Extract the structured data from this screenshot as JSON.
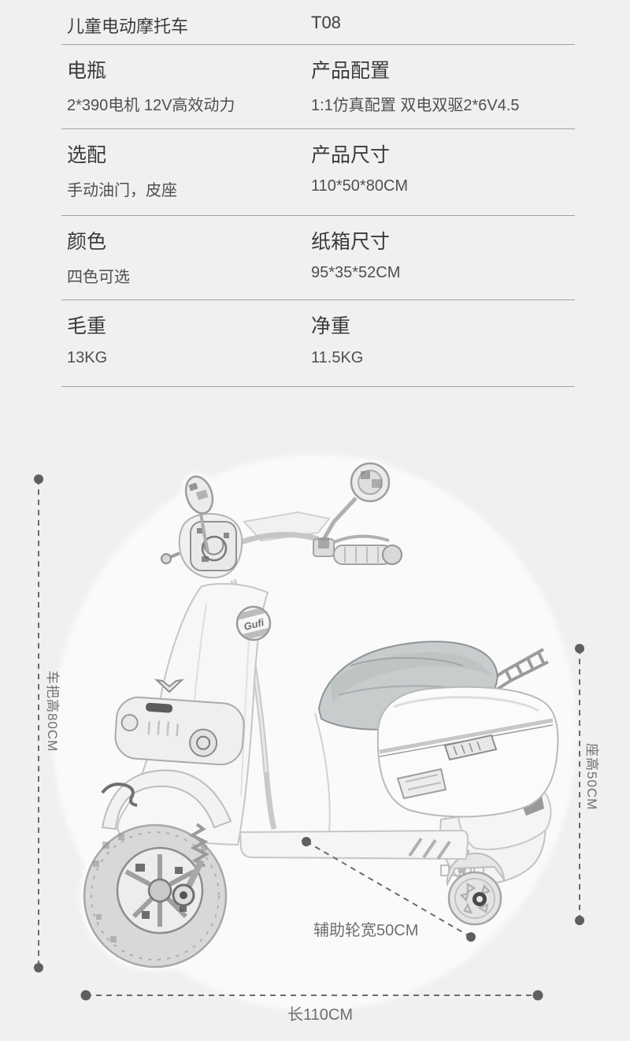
{
  "page": {
    "background": "#f0f0f1",
    "divider_color": "#a2a2a2"
  },
  "header": {
    "product_name": "儿童电动摩托车",
    "model": "T08"
  },
  "specs": [
    {
      "left": {
        "label": "电瓶",
        "value": "2*390电机 12V高效动力"
      },
      "right": {
        "label": "产品配置",
        "value": "1:1仿真配置 双电双驱2*6V4.5"
      }
    },
    {
      "left": {
        "label": "选配",
        "value": "手动油门，皮座"
      },
      "right": {
        "label": "产品尺寸",
        "value": "110*50*80CM"
      }
    },
    {
      "left": {
        "label": "颜色",
        "value": "四色可选"
      },
      "right": {
        "label": "纸箱尺寸",
        "value": "95*35*52CM"
      }
    },
    {
      "left": {
        "label": "毛重",
        "value": "13KG"
      },
      "right": {
        "label": "净重",
        "value": "11.5KG"
      }
    }
  ],
  "diagram": {
    "handlebar_height_label": "车把高80CM",
    "seat_height_label": "座高50CM",
    "length_label": "长110CM",
    "aux_wheel_label": "辅助轮宽50CM",
    "badge_text": "Gufi",
    "dimension_line_color": "#6b6b6b",
    "dimension_dot_color": "#5f5f5f",
    "label_color": "#6f6f6f"
  }
}
